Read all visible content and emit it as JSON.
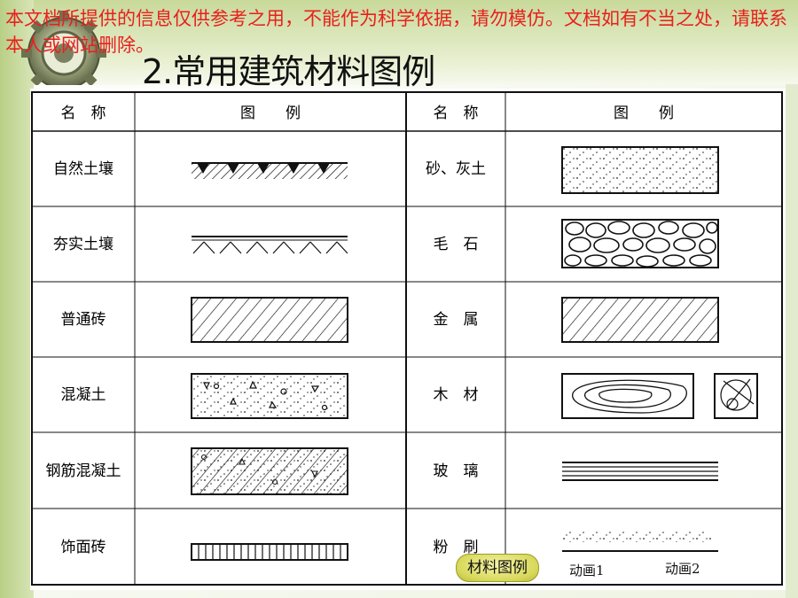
{
  "banner": {
    "text": "本文档所提供的信息仅供参考之用，不能作为科学依据，请勿模仿。文档如有不当之处，请联系本人或网站删除。"
  },
  "title": "2.常用建筑材料图例",
  "table": {
    "header": {
      "name": "名　称",
      "legend": "图　　例"
    },
    "left": [
      {
        "name": "自然土壤",
        "pattern": "natural-soil"
      },
      {
        "name": "夯实土壤",
        "pattern": "compacted-soil"
      },
      {
        "name": "普通砖",
        "pattern": "brick"
      },
      {
        "name": "混凝土",
        "pattern": "concrete"
      },
      {
        "name": "钢筋混凝土",
        "pattern": "reinforced-concrete"
      },
      {
        "name": "饰面砖",
        "pattern": "facing-brick"
      }
    ],
    "right": [
      {
        "name": "砂、灰土",
        "pattern": "sand-lime"
      },
      {
        "name": "毛　石",
        "pattern": "rubble"
      },
      {
        "name": "金　属",
        "pattern": "metal"
      },
      {
        "name": "木　材",
        "pattern": "wood"
      },
      {
        "name": "玻　璃",
        "pattern": "glass"
      },
      {
        "name": "粉　刷",
        "pattern": "plaster"
      }
    ]
  },
  "buttons": {
    "legend_button": "材料图例",
    "anim1": "动画1",
    "anim2": "动画2"
  },
  "colors": {
    "banner_text": "#e8201e",
    "button_fill": "#d7d85a"
  }
}
